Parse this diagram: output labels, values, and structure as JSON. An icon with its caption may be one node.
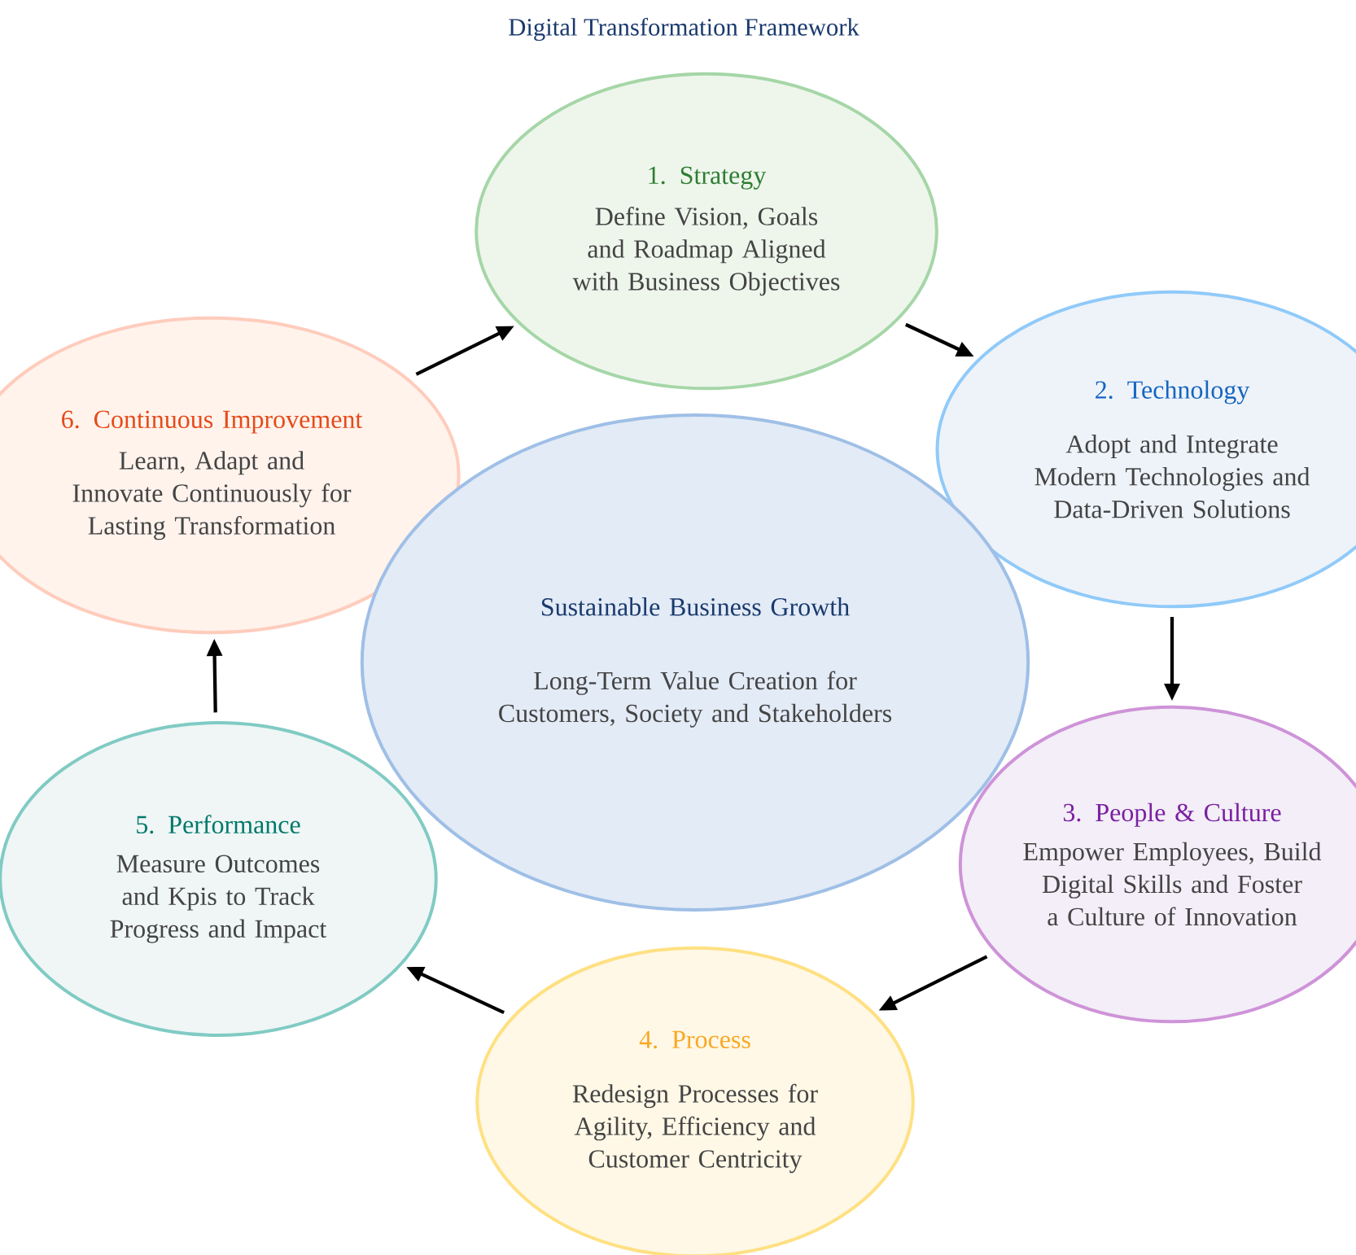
{
  "diagram": {
    "title": "Digital Transformation Framework",
    "nodes": [
      {
        "text": [
          "1. Strategy",
          "Define Vision, Goals and Roadmap Aligned with Business Objectives"
        ]
      },
      {
        "text": [
          "2. Technology",
          "Adopt and Integrate Modern Technologies and Data-Driven Solutions"
        ]
      },
      {
        "text": [
          "3. People & Culture",
          "Empower Employees, Build Digital Skills and Foster a Culture of Innovation"
        ]
      },
      {
        "text": [
          "4. Process",
          "Redesign Processes for Agility, Efficiency and Customer Centricity"
        ]
      },
      {
        "text": [
          "5. Performance",
          "Measure Outcomes and Kpis to Track Progress and Impact"
        ]
      },
      {
        "text": [
          "6. Continuous Improvement",
          "Learn, Adapt and Innovate Continuously for Lasting Transformation"
        ]
      },
      {
        "text": [
          "Sustainable Business Growth",
          "Long-Term Value Creation for Customers, Society and Stakeholders"
        ]
      }
    ],
    "edges": [
      {
        "from": 0,
        "to": 1,
        "arrow": "to"
      },
      {
        "from": 1,
        "to": 2,
        "arrow": "to"
      },
      {
        "from": 2,
        "to": 3,
        "arrow": "to"
      },
      {
        "from": 3,
        "to": 4,
        "arrow": "to"
      },
      {
        "from": 4,
        "to": 5,
        "arrow": "to"
      },
      {
        "from": 5,
        "to": 0,
        "arrow": "to"
      }
    ]
  }
}
